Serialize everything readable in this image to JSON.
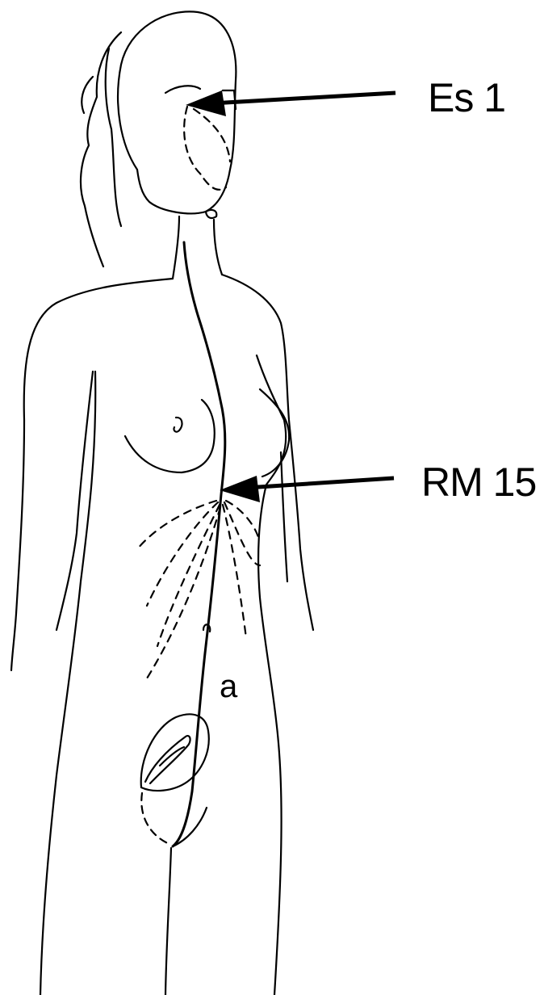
{
  "labels": {
    "es1": "Es 1",
    "rm15": "RM 15",
    "a": "a"
  },
  "colors": {
    "line": "#000000",
    "background": "#ffffff"
  }
}
